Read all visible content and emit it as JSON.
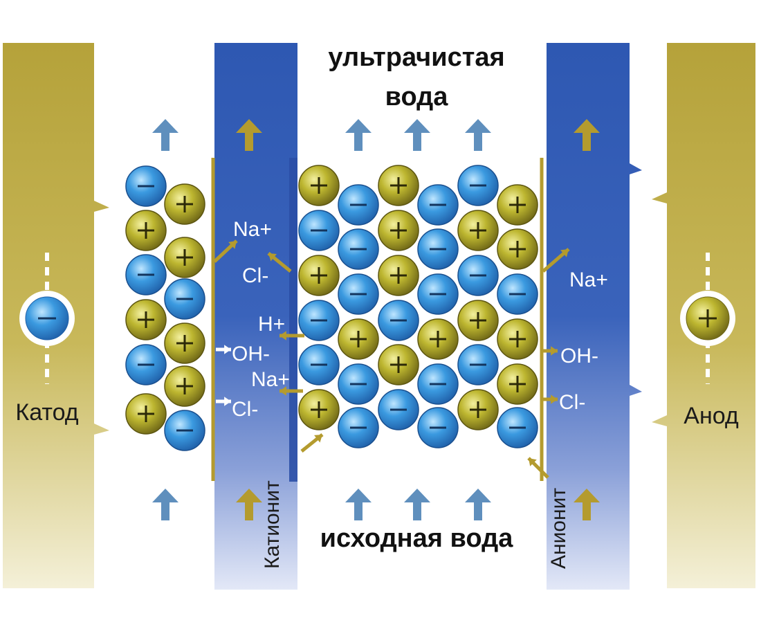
{
  "labels": {
    "top": [
      "ультрачистая",
      "вода"
    ],
    "bottom": "исходная вода",
    "cathode": "Катод",
    "anode": "Анод",
    "cationite": "Катионит",
    "anionite": "Анионит"
  },
  "ions": {
    "na_plus": "Na+",
    "cl_minus": "Cl-",
    "h_plus": "H+",
    "oh_minus": "OH-"
  },
  "colors": {
    "electrode": "#b5a23a",
    "membrane_blue": "#2e58b2",
    "membrane_light": "#c8d3ef",
    "anion_ball": "#2f8fd8",
    "cation_ball": "#b7b22e",
    "arrow_blue": "#5f8fbd",
    "arrow_gold": "#b49b2e"
  }
}
